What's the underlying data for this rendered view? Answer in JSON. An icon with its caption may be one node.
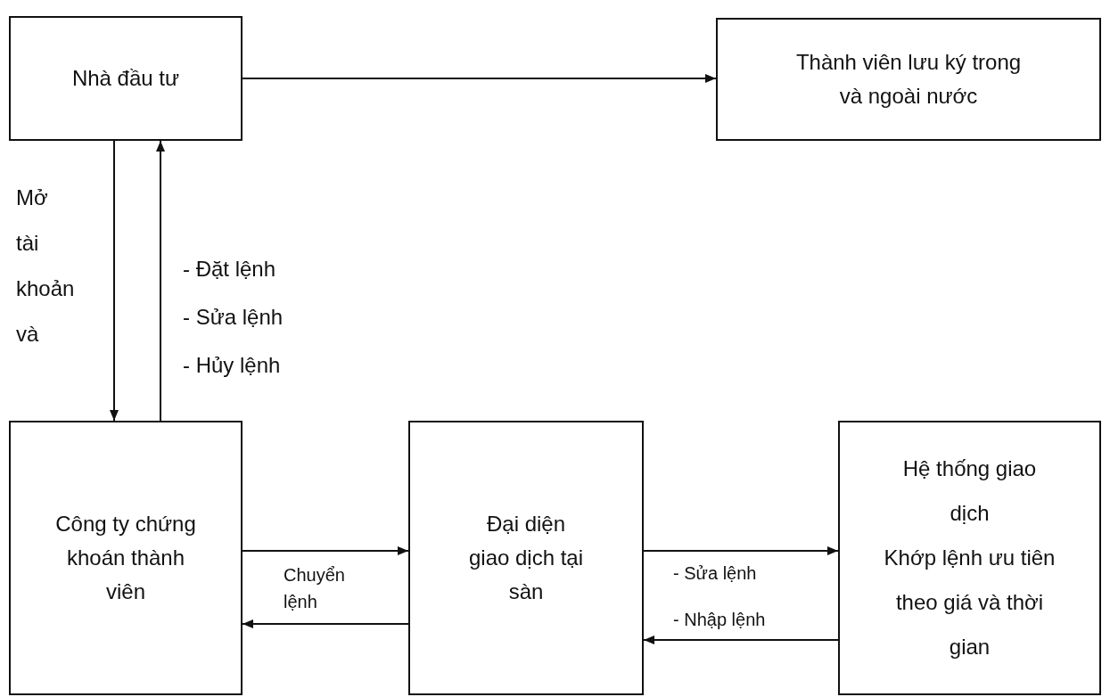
{
  "diagram": {
    "nodes": [
      {
        "text": [
          "Nhà đầu tư"
        ]
      },
      {
        "text": [
          "Thành viên lưu ký trong và ngoài nước"
        ]
      },
      {
        "text": [
          "Công ty chứng khoán thành viên"
        ]
      },
      {
        "text": [
          "Đại diện giao dịch tại sàn"
        ]
      },
      {
        "text": [
          "Hệ thống giao dịch",
          "Khớp lệnh ưu tiên theo giá và thời gian"
        ]
      }
    ],
    "edges": [
      {
        "from": 0,
        "to": 1,
        "arrow": "to"
      },
      {
        "from": 0,
        "to": 2,
        "arrow": "to",
        "label": "Mở tài khoản và"
      },
      {
        "from": 2,
        "to": 0,
        "arrow": "to"
      },
      {
        "from": 2,
        "to": 3,
        "arrow": "to"
      },
      {
        "from": 3,
        "to": 2,
        "arrow": "to"
      },
      {
        "from": 3,
        "to": 4,
        "arrow": "to"
      },
      {
        "from": 4,
        "to": 3,
        "arrow": "to"
      }
    ],
    "labels": [
      "- Đặt lệnh",
      "- Sửa lệnh",
      "- Hủy lệnh",
      "Chuyển lệnh",
      "- Sửa lệnh",
      "- Nhập lệnh"
    ]
  }
}
